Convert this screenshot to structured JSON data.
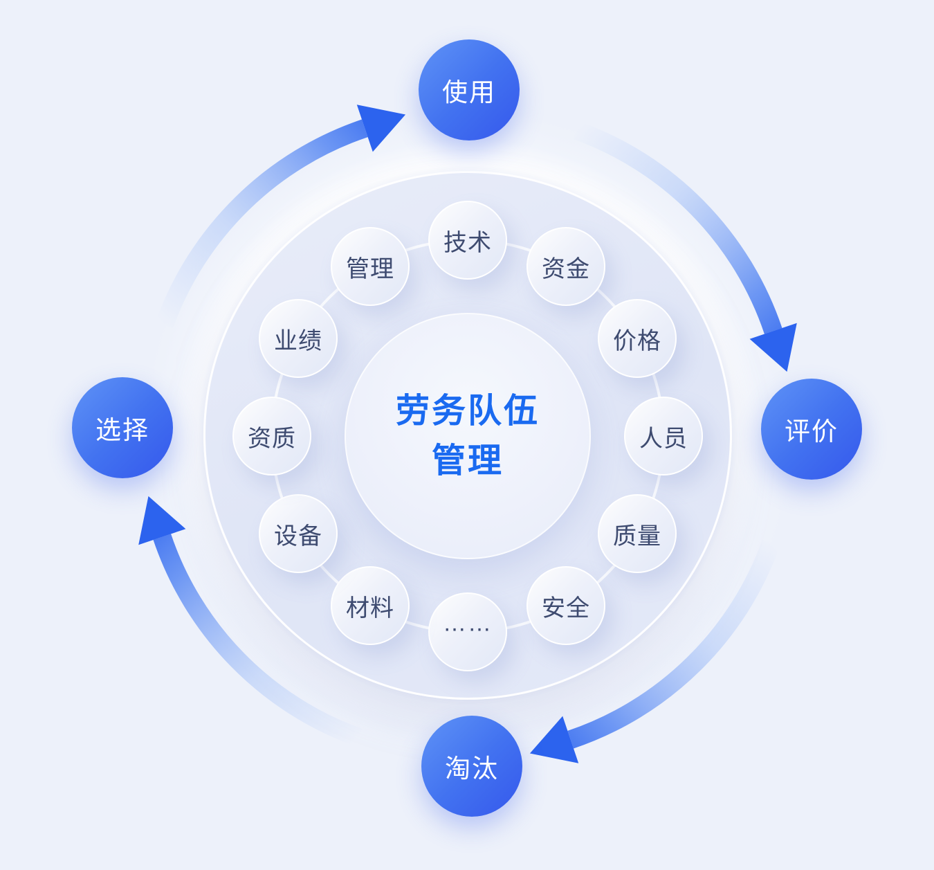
{
  "diagram": {
    "title": {
      "line1": "劳务队伍",
      "line2": "管理"
    },
    "cycle_nodes": [
      {
        "id": "use",
        "label": "使用",
        "position": "top"
      },
      {
        "id": "evaluate",
        "label": "评价",
        "position": "right"
      },
      {
        "id": "eliminate",
        "label": "淘汰",
        "position": "bottom"
      },
      {
        "id": "select",
        "label": "选择",
        "position": "left"
      }
    ],
    "factors": [
      "技术",
      "资金",
      "价格",
      "人员",
      "质量",
      "安全",
      "……",
      "材料",
      "设备",
      "资质",
      "业绩",
      "管理"
    ],
    "colors": {
      "background": "#edf1fa",
      "accent_blue": "#2c63ee",
      "node_gradient_start": "#5f93f6",
      "node_gradient_end": "#3558ec",
      "title_text": "#1a6af0",
      "factor_text": "#3e4b70",
      "disc_fill": "#dfe5f6"
    }
  }
}
